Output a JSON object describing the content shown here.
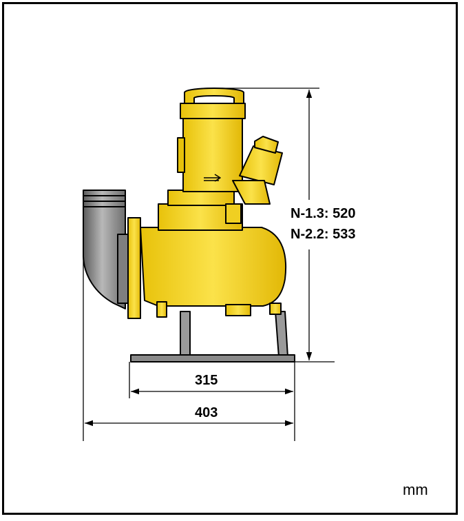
{
  "dimensions": {
    "height_line_1": "N-1.3: 520",
    "height_line_2": "N-2.2: 533",
    "width_inner": "315",
    "width_outer": "403"
  },
  "unit": "mm",
  "colors": {
    "pump_yellow": "#F5D61C",
    "outlet_grey": "#9A9A9A",
    "outline": "#000000"
  }
}
